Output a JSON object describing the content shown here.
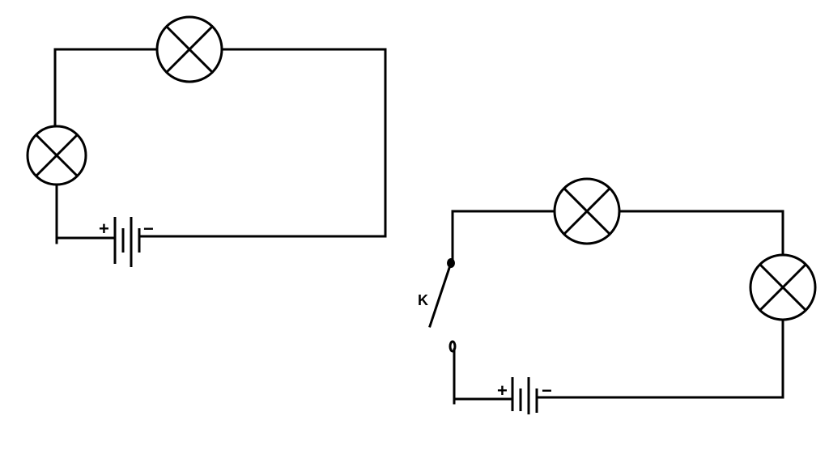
{
  "circuits": [
    {
      "id": "circuit-1",
      "lamps": 2,
      "battery": {
        "plus_label": "+",
        "minus_label": "−"
      },
      "has_switch": false
    },
    {
      "id": "circuit-2",
      "lamps": 2,
      "battery": {
        "plus_label": "+",
        "minus_label": "−"
      },
      "has_switch": true,
      "switch": {
        "label": "K",
        "state": "open"
      }
    }
  ],
  "colors": {
    "stroke": "#000000",
    "background": "#ffffff"
  },
  "icons": [
    "lamp-icon",
    "battery-icon",
    "switch-icon"
  ]
}
